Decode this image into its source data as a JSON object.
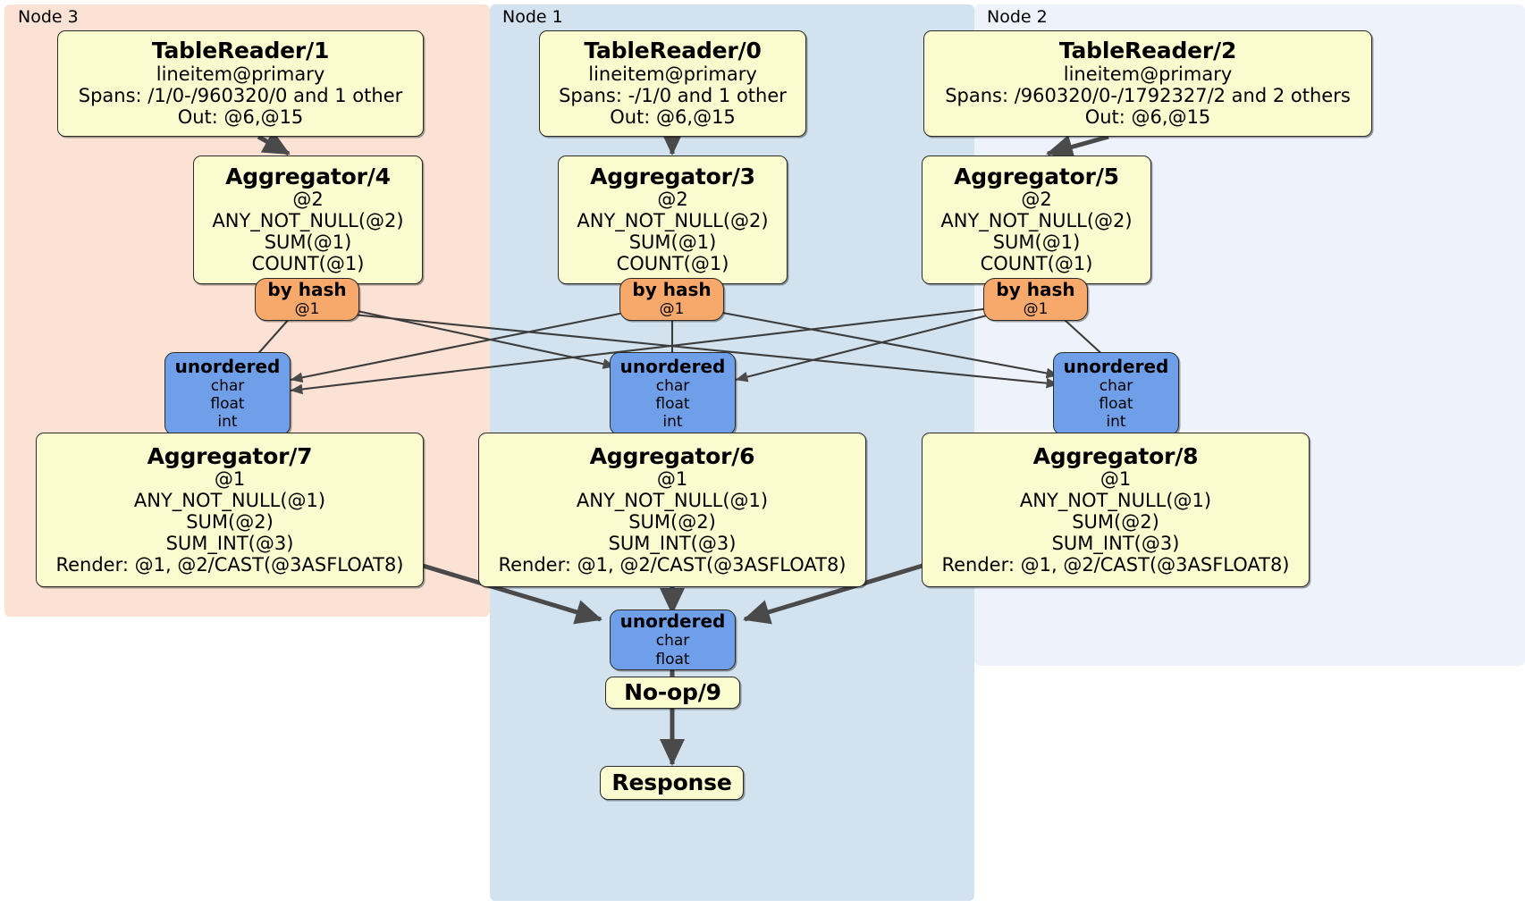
{
  "diagram": {
    "type": "distributed-query-plan",
    "nodes": [
      {
        "id": "node3",
        "label": "Node 3",
        "color": "#fbe2d5"
      },
      {
        "id": "node1",
        "label": "Node 1",
        "color": "#d2e2ee"
      },
      {
        "id": "node2",
        "label": "Node 2",
        "color": "#eef2fb"
      }
    ],
    "boxes": {
      "tablereader1": {
        "title": "TableReader/1",
        "lines": [
          "lineitem@primary",
          "Spans: /1/0-/960320/0 and 1 other",
          "Out: @6,@15"
        ]
      },
      "tablereader0": {
        "title": "TableReader/0",
        "lines": [
          "lineitem@primary",
          "Spans: -/1/0 and 1 other",
          "Out: @6,@15"
        ]
      },
      "tablereader2": {
        "title": "TableReader/2",
        "lines": [
          "lineitem@primary",
          "Spans: /960320/0-/1792327/2 and 2 others",
          "Out: @6,@15"
        ]
      },
      "aggregator4": {
        "title": "Aggregator/4",
        "lines": [
          "@2",
          "ANY_NOT_NULL(@2)",
          "SUM(@1)",
          "COUNT(@1)"
        ]
      },
      "aggregator3": {
        "title": "Aggregator/3",
        "lines": [
          "@2",
          "ANY_NOT_NULL(@2)",
          "SUM(@1)",
          "COUNT(@1)"
        ]
      },
      "aggregator5": {
        "title": "Aggregator/5",
        "lines": [
          "@2",
          "ANY_NOT_NULL(@2)",
          "SUM(@1)",
          "COUNT(@1)"
        ]
      },
      "hash_left": {
        "title": "by hash",
        "lines": [
          "@1"
        ]
      },
      "hash_mid": {
        "title": "by hash",
        "lines": [
          "@1"
        ]
      },
      "hash_right": {
        "title": "by hash",
        "lines": [
          "@1"
        ]
      },
      "sync_left": {
        "title": "unordered",
        "lines": [
          "char",
          "float",
          "int"
        ]
      },
      "sync_mid": {
        "title": "unordered",
        "lines": [
          "char",
          "float",
          "int"
        ]
      },
      "sync_right": {
        "title": "unordered",
        "lines": [
          "char",
          "float",
          "int"
        ]
      },
      "aggregator7": {
        "title": "Aggregator/7",
        "lines": [
          "@1",
          "ANY_NOT_NULL(@1)",
          "SUM(@2)",
          "SUM_INT(@3)",
          "Render: @1, @2/CAST(@3ASFLOAT8)"
        ]
      },
      "aggregator6": {
        "title": "Aggregator/6",
        "lines": [
          "@1",
          "ANY_NOT_NULL(@1)",
          "SUM(@2)",
          "SUM_INT(@3)",
          "Render: @1, @2/CAST(@3ASFLOAT8)"
        ]
      },
      "aggregator8": {
        "title": "Aggregator/8",
        "lines": [
          "@1",
          "ANY_NOT_NULL(@1)",
          "SUM(@2)",
          "SUM_INT(@3)",
          "Render: @1, @2/CAST(@3ASFLOAT8)"
        ]
      },
      "sync_final": {
        "title": "unordered",
        "lines": [
          "char",
          "float"
        ]
      },
      "noop9": {
        "title": "No-op/9",
        "lines": []
      },
      "response": {
        "title": "Response",
        "lines": []
      }
    },
    "colors": {
      "processor_fill": "#fbfbd0",
      "router_fill": "#f6a96b",
      "synchronizer_fill": "#6f9fe8",
      "stroke": "#2b2b2b",
      "node3_fill": "#fbe2d5",
      "node1_fill": "#d2e2ee",
      "node2_fill": "#eef2fb"
    }
  }
}
